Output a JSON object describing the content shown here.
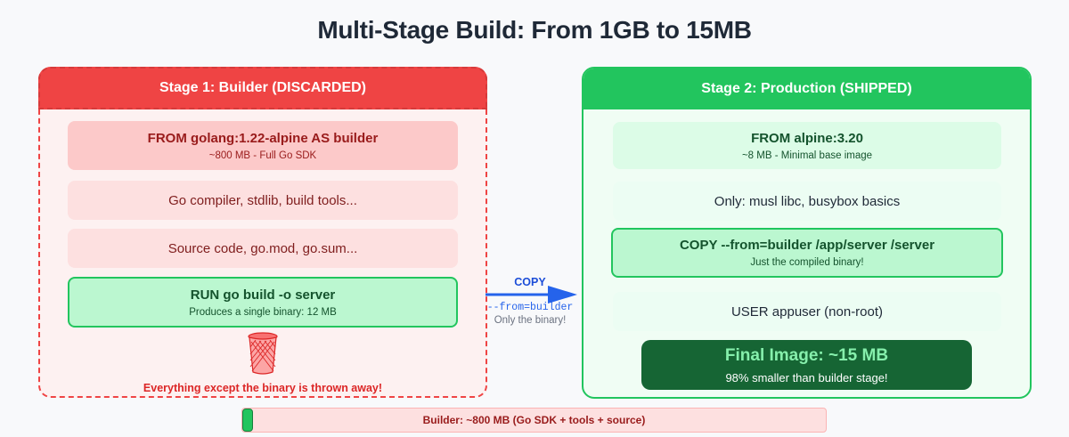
{
  "title": "Multi-Stage Build: From 1GB to 15MB",
  "stage1": {
    "header": "Stage 1: Builder (DISCARDED)",
    "from_main": "FROM golang:1.22-alpine AS builder",
    "from_sub": "~800 MB - Full Go SDK",
    "tools": "Go compiler, stdlib, build tools...",
    "source": "Source code, go.mod, go.sum...",
    "run_main": "RUN go build -o server",
    "run_sub": "Produces a single binary: 12 MB",
    "trash_icon": "wastebasket-icon",
    "discard_note": "Everything except the binary is thrown away!"
  },
  "arrow": {
    "label": "COPY",
    "from": "--from=builder",
    "note": "Only the binary!",
    "color": "#2563eb"
  },
  "stage2": {
    "header": "Stage 2: Production (SHIPPED)",
    "from_main": "FROM alpine:3.20",
    "from_sub": "~8 MB - Minimal base image",
    "only": "Only: musl libc, busybox basics",
    "copy_main": "COPY --from=builder /app/server /server",
    "copy_sub": "Just the compiled binary!",
    "user": "USER appuser (non-root)",
    "final_main": "Final Image: ~15 MB",
    "final_sub": "98% smaller than builder stage!"
  },
  "size_bar": {
    "text": "Builder: ~800 MB (Go SDK + tools + source)",
    "final_fraction": 0.019
  },
  "colors": {
    "discarded": "#ef4444",
    "shipped": "#22c55e",
    "final": "#166534"
  }
}
